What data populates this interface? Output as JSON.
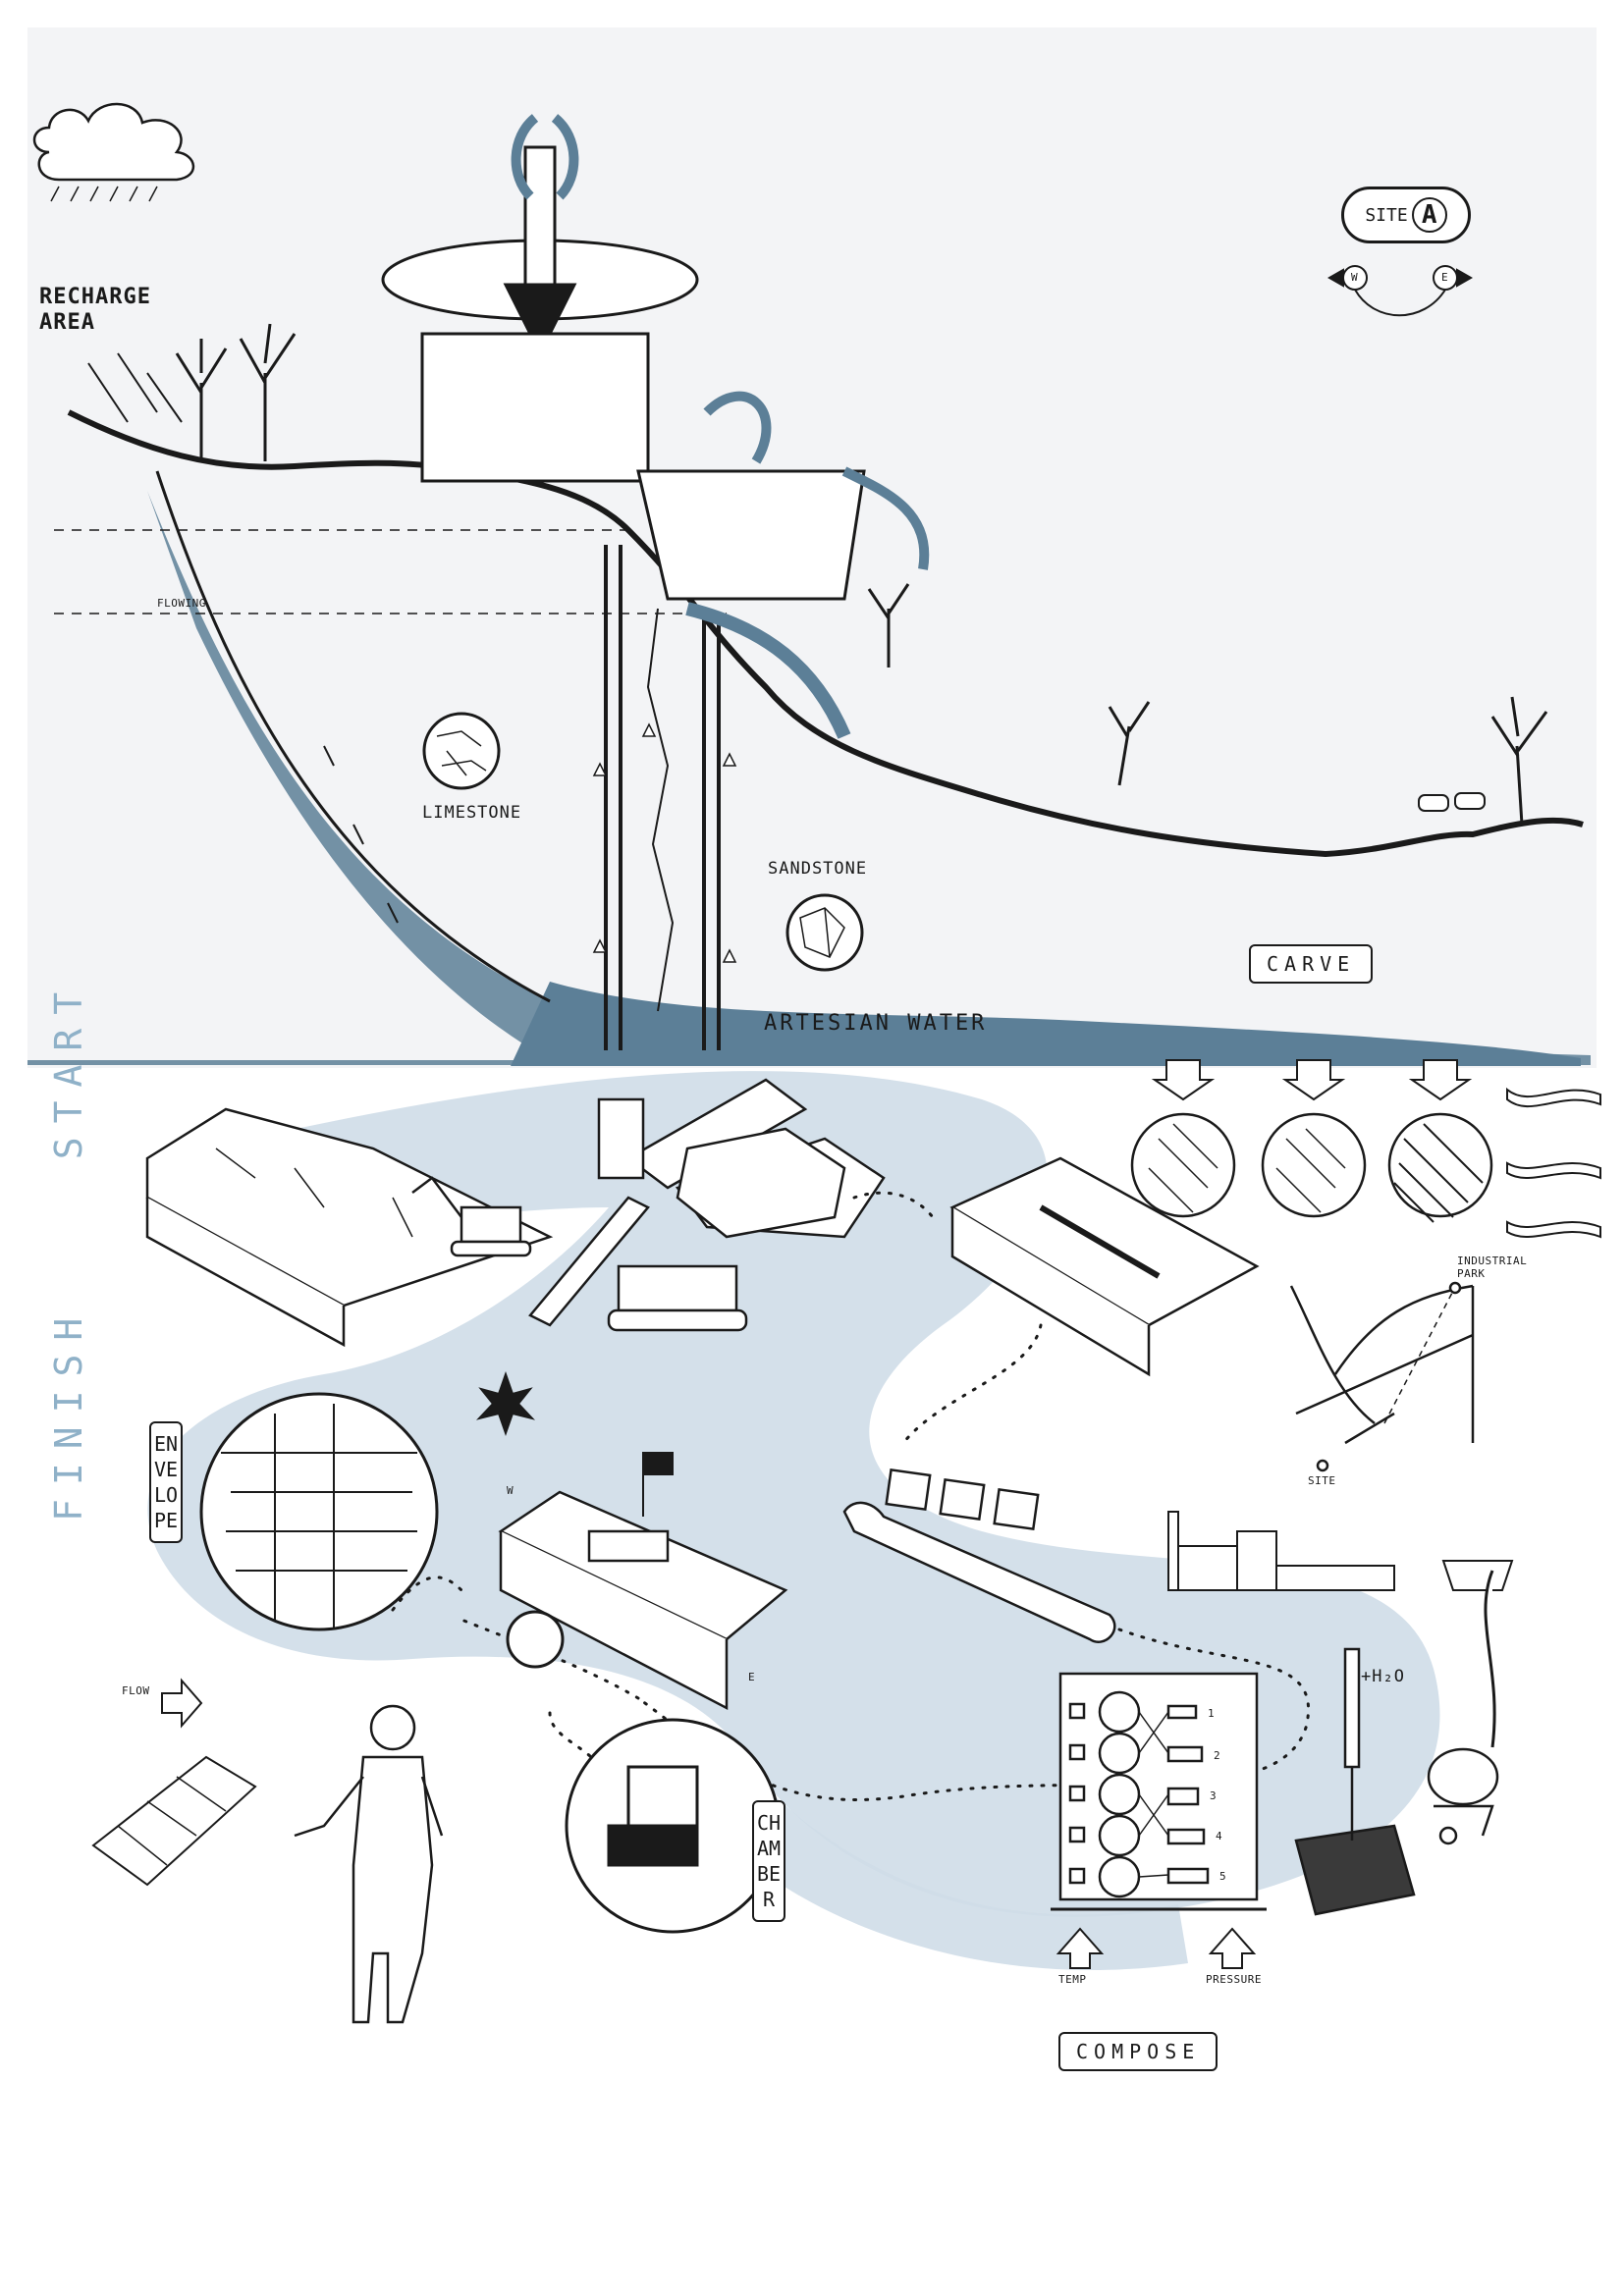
{
  "labels": {
    "recharge_area": "RECHARGE\nAREA",
    "flowing": "FLOWING",
    "limestone": "LIMESTONE",
    "sandstone": "SANDSTONE",
    "artesian_water": "ARTESIAN WATER",
    "carve": "CARVE",
    "site": "SITE",
    "site_letter": "A",
    "west": "W",
    "east": "E",
    "start": "START",
    "finish": "FINISH",
    "envelope": "ENVELOPE",
    "chamber": "CHAMBER",
    "flow": "FLOW",
    "industrial_park": "INDUSTRIAL\nPARK",
    "site_map": "SITE",
    "h2o": "+H₂O",
    "temp": "TEMP",
    "pressure": "PRESSURE",
    "compose": "COMPOSE",
    "block_w": "W",
    "block_e": "E",
    "steps": [
      "1",
      "2",
      "3",
      "4",
      "5"
    ]
  },
  "colors": {
    "water_blue": "#5c7f97",
    "light_blue": "#cfdde8",
    "ink": "#1a1a1a",
    "panel_gray": "#f3f4f6",
    "side_text": "#8fb1c8"
  }
}
